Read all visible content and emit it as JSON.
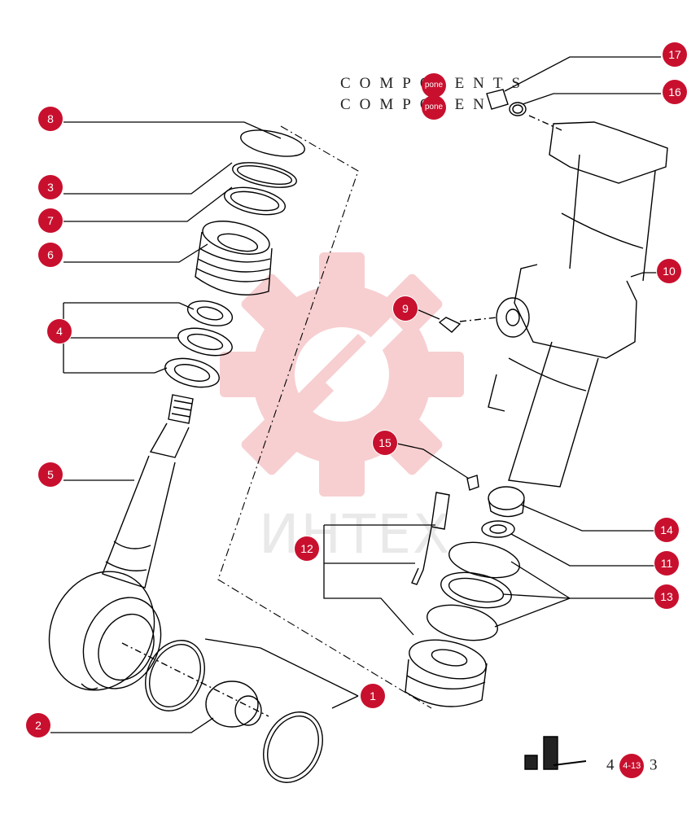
{
  "header": {
    "line1": "COMPO",
    "line1_tail": "ENTS",
    "line2": "COMPO",
    "line2_tail": "EN",
    "badge1": "pone",
    "badge2": "pone"
  },
  "watermark": {
    "text": "ИНТЕХ",
    "color": "#f4b7bb"
  },
  "callouts": [
    {
      "id": "8",
      "label": "8"
    },
    {
      "id": "3",
      "label": "3"
    },
    {
      "id": "7",
      "label": "7"
    },
    {
      "id": "6",
      "label": "6"
    },
    {
      "id": "4",
      "label": "4"
    },
    {
      "id": "5",
      "label": "5"
    },
    {
      "id": "2",
      "label": "2"
    },
    {
      "id": "1",
      "label": "1"
    },
    {
      "id": "17",
      "label": "17"
    },
    {
      "id": "16",
      "label": "16"
    },
    {
      "id": "10",
      "label": "10"
    },
    {
      "id": "9",
      "label": "9"
    },
    {
      "id": "15",
      "label": "15"
    },
    {
      "id": "12",
      "label": "12"
    },
    {
      "id": "14",
      "label": "14"
    },
    {
      "id": "11",
      "label": "11"
    },
    {
      "id": "13",
      "label": "13"
    }
  ],
  "footer": {
    "prefix": "4",
    "badge": "4-13",
    "suffix": "3"
  },
  "colors": {
    "callout": "#c8102e",
    "line": "#000000"
  }
}
